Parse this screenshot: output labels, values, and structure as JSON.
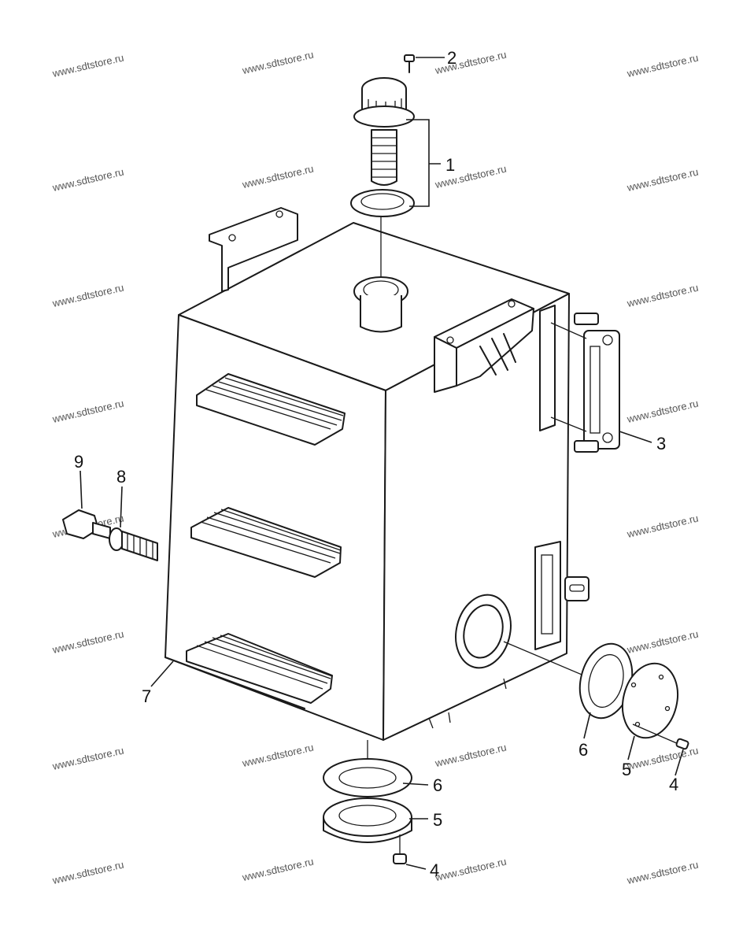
{
  "diagram": {
    "callouts": [
      {
        "id": "c2",
        "label": "2"
      },
      {
        "id": "c1",
        "label": "1"
      },
      {
        "id": "c3",
        "label": "3"
      },
      {
        "id": "c9",
        "label": "9"
      },
      {
        "id": "c8",
        "label": "8"
      },
      {
        "id": "c7",
        "label": "7"
      },
      {
        "id": "c6r",
        "label": "6"
      },
      {
        "id": "c5r",
        "label": "5"
      },
      {
        "id": "c4r",
        "label": "4"
      },
      {
        "id": "c6b",
        "label": "6"
      },
      {
        "id": "c5b",
        "label": "5"
      },
      {
        "id": "c4b",
        "label": "4"
      }
    ],
    "watermark": "www.sdtstore.ru"
  }
}
